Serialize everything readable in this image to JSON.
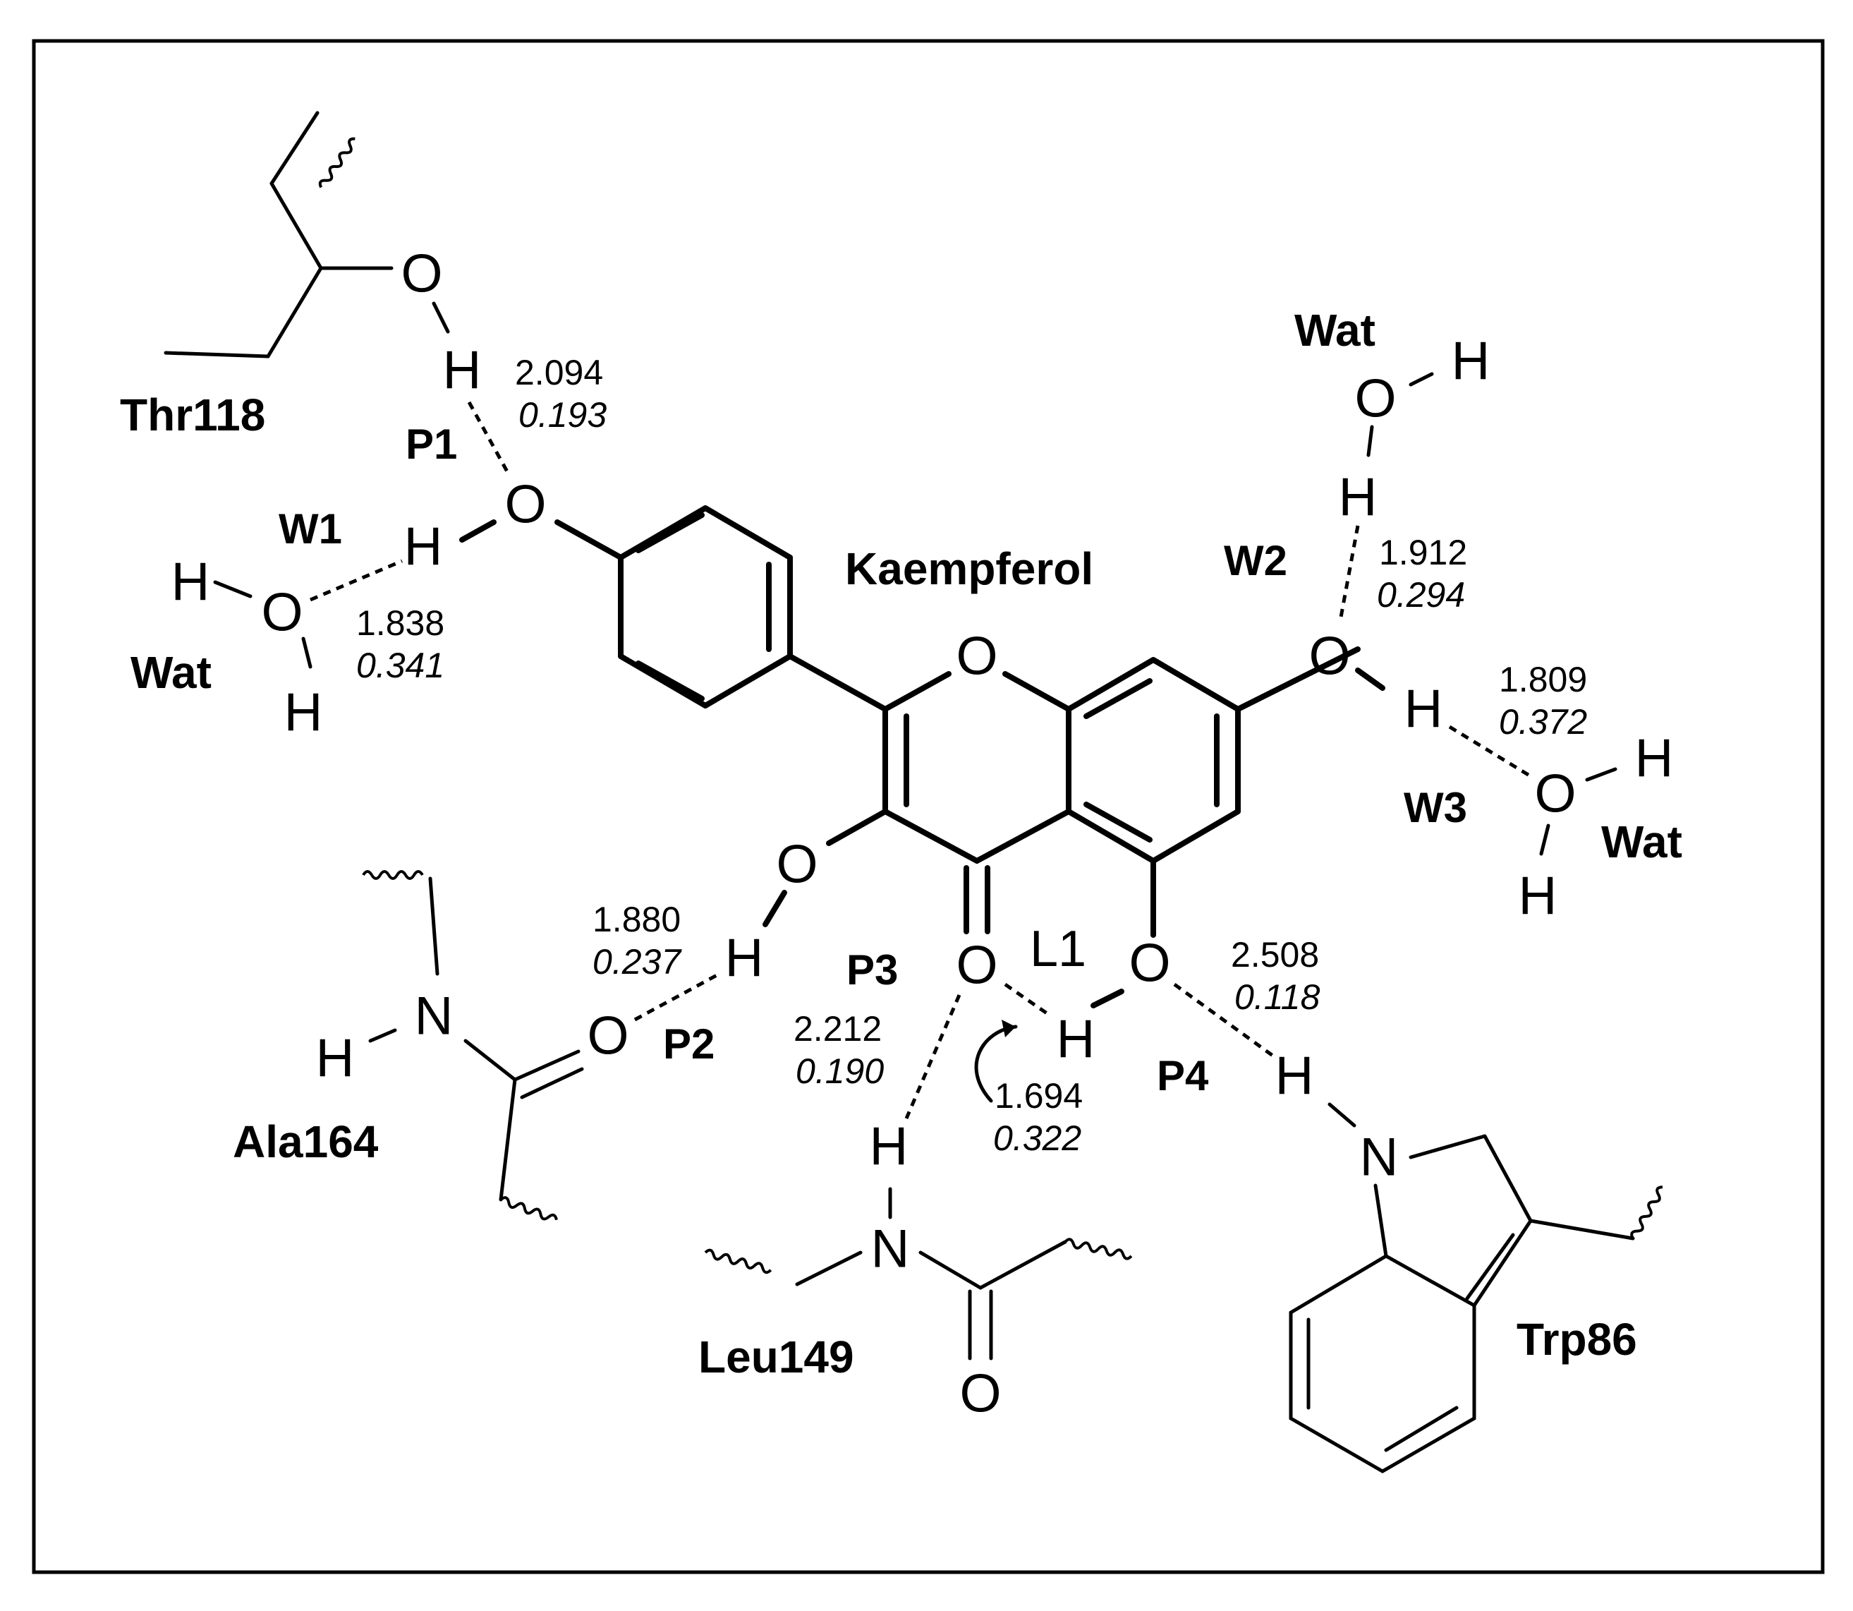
{
  "molecule": {
    "name": "Kaempferol",
    "site_label": "L1"
  },
  "residues": {
    "thr": "Thr118",
    "ala": "Ala164",
    "leu": "Leu149",
    "trp": "Trp86"
  },
  "waters": {
    "w1": "Wat",
    "w2": "Wat",
    "w3": "Wat"
  },
  "interaction_labels": {
    "p1": "P1",
    "p2": "P2",
    "p3": "P3",
    "p4": "P4",
    "w1": "W1",
    "w2": "W2",
    "w3": "W3"
  },
  "interactions": {
    "p1": {
      "distance": "2.094",
      "energy": "0.193"
    },
    "w1": {
      "distance": "1.838",
      "energy": "0.341"
    },
    "w2": {
      "distance": "1.912",
      "energy": "0.294"
    },
    "w3": {
      "distance": "1.809",
      "energy": "0.372"
    },
    "p2": {
      "distance": "1.880",
      "energy": "0.237"
    },
    "p3": {
      "distance": "2.212",
      "energy": "0.190"
    },
    "l1": {
      "distance": "1.694",
      "energy": "0.322"
    },
    "p4": {
      "distance": "2.508",
      "energy": "0.118"
    }
  },
  "atoms": {
    "oxygen": "O",
    "hydrogen": "H",
    "nitrogen": "N"
  }
}
